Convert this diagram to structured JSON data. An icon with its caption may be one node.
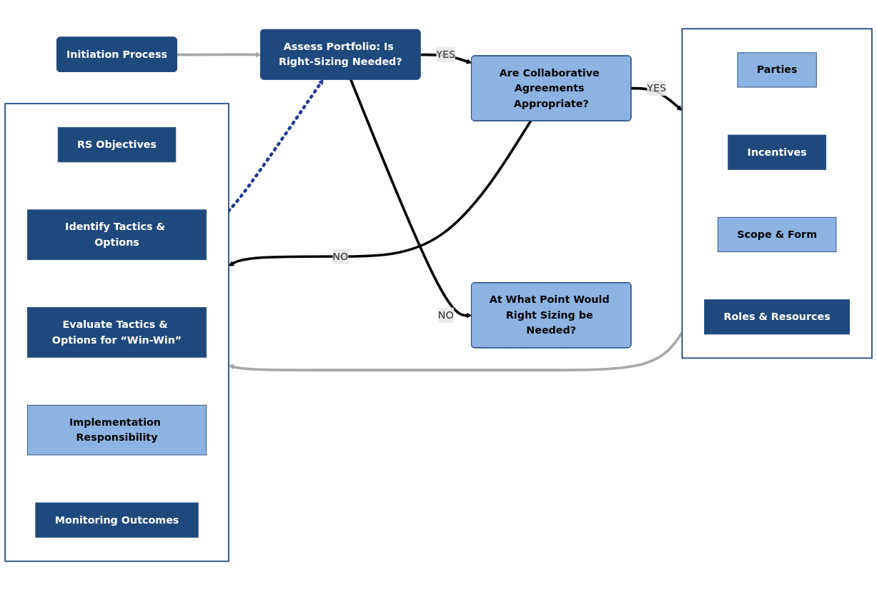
{
  "diagram": {
    "nodes": [
      {
        "text": [
          "Initiation Process"
        ]
      },
      {
        "text": [
          "Assess Portfolio: Is Right-Sizing Needed?"
        ]
      },
      {
        "text": [
          "Are Collaborative Agreements Appropriate?"
        ]
      },
      {
        "text": [
          "At What Point Would Right Sizing be Needed?"
        ]
      },
      {
        "text": [],
        "shape": "box"
      },
      {
        "text": [
          "Parties"
        ],
        "in": 4
      },
      {
        "text": [
          "Incentives"
        ],
        "in": 4
      },
      {
        "text": [
          "Scope & Form"
        ],
        "in": 4
      },
      {
        "text": [
          "Roles & Resources"
        ],
        "in": 4
      },
      {
        "text": [],
        "shape": "box"
      },
      {
        "text": [
          "RS Objectives"
        ],
        "in": 9
      },
      {
        "text": [
          "Identify Tactics & Options"
        ],
        "in": 9
      },
      {
        "text": [
          "Evaluate Tactics & Options for “Win-Win”"
        ],
        "in": 9
      },
      {
        "text": [
          "Implementation Responsibility"
        ],
        "in": 9
      },
      {
        "text": [
          "Monitoring Outcomes"
        ],
        "in": 9
      }
    ],
    "edges": [
      {
        "from": 0,
        "to": 1,
        "arrow": "to",
        "color": "#a6a6a6"
      },
      {
        "from": 1,
        "to": 2,
        "arrow": "to",
        "label": "YES"
      },
      {
        "from": 1,
        "to": 3,
        "arrow": "to",
        "label": "NO"
      },
      {
        "from": 2,
        "to": 4,
        "arrow": "to",
        "label": "YES"
      },
      {
        "from": 2,
        "to": 9,
        "arrow": "to",
        "label": "NO"
      },
      {
        "from": 4,
        "to": 9,
        "arrow": "to",
        "color": "#a6a6a6"
      },
      {
        "from": 9,
        "to": 1,
        "arrow": "to",
        "style": "dashed",
        "color": "#1f3a93"
      }
    ]
  }
}
